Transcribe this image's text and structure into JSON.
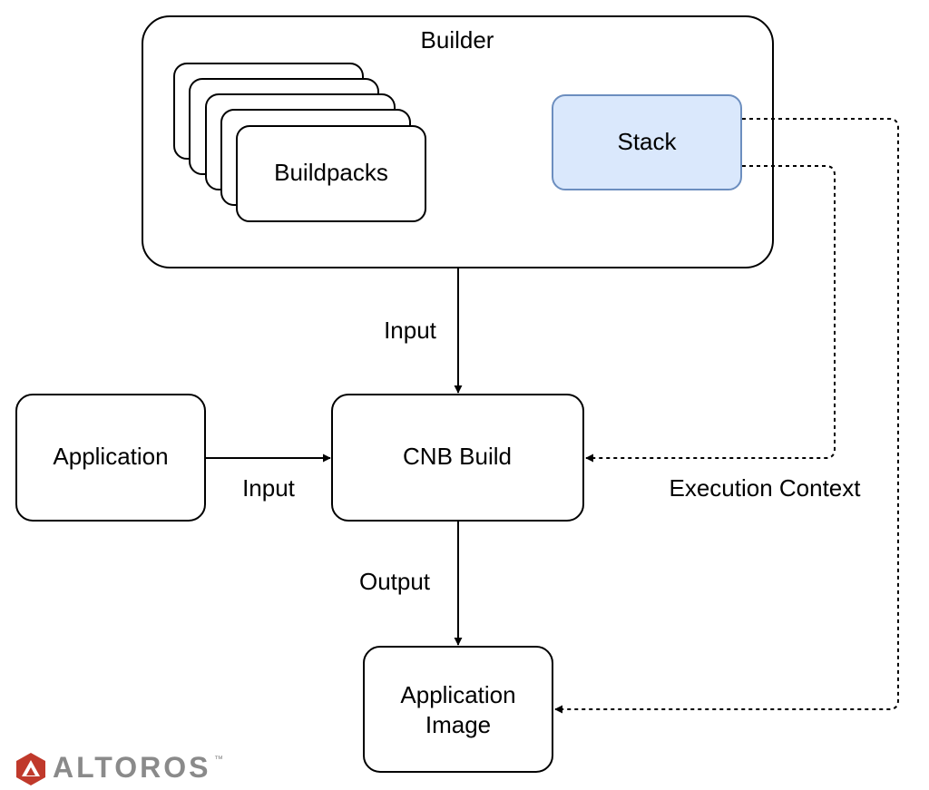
{
  "builder": {
    "title": "Builder",
    "buildpacks_label": "Buildpacks",
    "stack_label": "Stack",
    "stack_fill": "#dae8fc",
    "stack_stroke": "#6c8ebf"
  },
  "nodes": {
    "application": "Application",
    "cnb_build": "CNB Build",
    "application_image_line1": "Application",
    "application_image_line2": "Image"
  },
  "edges": {
    "builder_to_build": "Input",
    "application_to_build": "Input",
    "build_to_image": "Output",
    "stack_context": "Execution Context"
  },
  "logo": {
    "text": "ALTOROS",
    "trademark": "™",
    "color": "#8a8a8a",
    "mark_color": "#c0392b"
  }
}
